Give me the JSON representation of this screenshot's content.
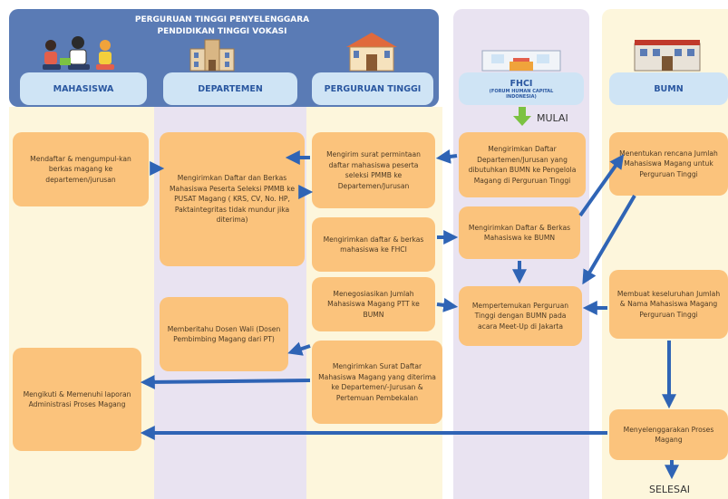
{
  "header": {
    "title_line1": "PERGURUAN TINGGI PENYELENGGARA",
    "title_line2": "PENDIDIKAN TINGGI VOKASI"
  },
  "lanes": {
    "mahasiswa": "MAHASISWA",
    "departemen": "DEPARTEMEN",
    "perguruan_tinggi": "PERGURUAN TINGGI",
    "fhci": "FHCI",
    "fhci_sub": "(FORUM HUMAN CAPITAL INDONESIA)",
    "bumn": "BUMN"
  },
  "markers": {
    "start": "MULAI",
    "end": "SELESAI"
  },
  "boxes": {
    "mhs_1": "Mendaftar & mengumpul-kan berkas magang ke departemen/jurusan",
    "mhs_2": "Mengikuti & Memenuhi laporan Administrasi Proses Magang",
    "dept_1": "Mengirimkan Daftar dan Berkas Mahasiswa Peserta Seleksi PMMB ke PUSAT Magang ( KRS, CV, No. HP, Paktaintegritas tidak mundur jika diterima)",
    "dept_2": "Memberitahu Dosen Wali (Dosen Pembimbing Magang dari PT)",
    "pt_1": "Mengirim surat permintaan daftar mahasiswa peserta seleksi PMMB ke Departemen/Jurusan",
    "pt_2": "Mengirimkan daftar & berkas mahasiswa ke FHCI",
    "pt_3": "Menegosiasikan Jumlah Mahasiswa Magang PTT ke BUMN",
    "pt_4": "Mengirimkan Surat Daftar Mahasiswa Magang yang diterima ke Departemen/-Jurusan & Pertemuan Pembekalan",
    "fhci_1": "Mengirimkan Daftar Departemen/Jurusan yang dibutuhkan BUMN ke Pengelola Magang di Perguruan Tinggi",
    "fhci_2": "Mengirimkan Daftar & Berkas Mahasiswa ke BUMN",
    "fhci_3": "Mempertemukan Perguruan Tinggi dengan BUMN pada acara Meet-Up di Jakarta",
    "bumn_1": "Menentukan rencana Jumlah Mahasiswa Magang untuk Perguruan Tinggi",
    "bumn_2": "Membuat keseluruhan Jumlah & Nama Mahasiswa Magang Perguruan Tinggi",
    "bumn_3": "Menyelenggarakan Proses Magang"
  },
  "colors": {
    "header": "#5a7bb5",
    "pill": "#cfe4f5",
    "lane_cream": "#fdf6dc",
    "lane_purple": "#e9e3f1",
    "box": "#fbc37c",
    "arrow": "#2f64b5",
    "start_arrow": "#7cc242"
  }
}
